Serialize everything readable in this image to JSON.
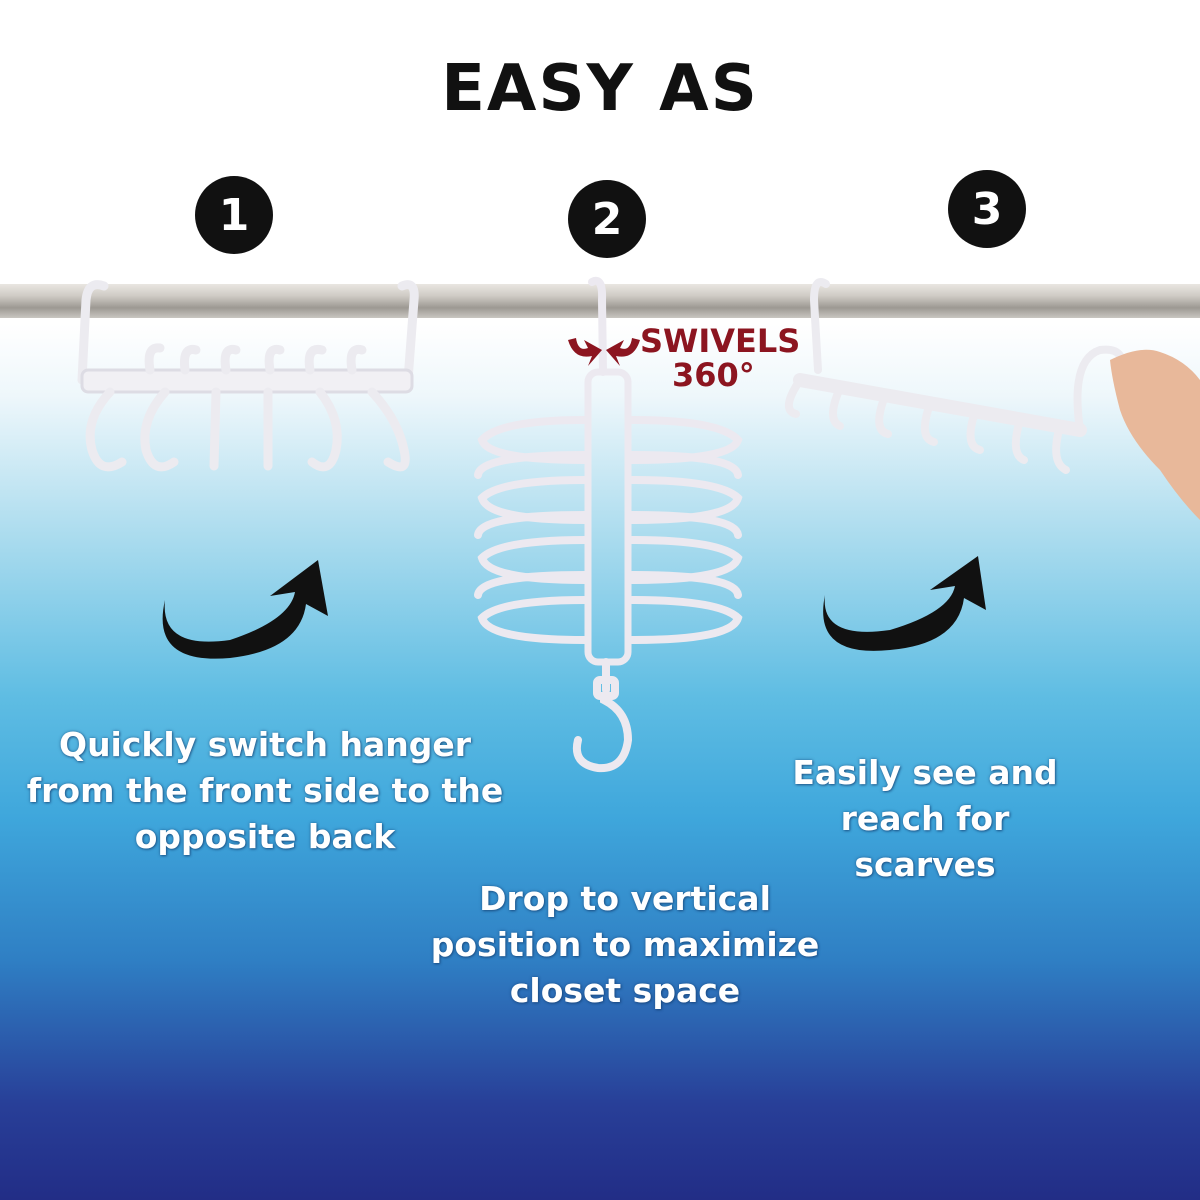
{
  "headline": "EASY AS",
  "steps": [
    {
      "number": "1",
      "caption_lines": [
        "Quickly switch hanger",
        "from the front side to the",
        "opposite back"
      ]
    },
    {
      "number": "2",
      "caption_lines": [
        "Drop to vertical",
        "position to maximize",
        "closet space"
      ]
    },
    {
      "number": "3",
      "caption_lines": [
        "Easily see and",
        "reach for",
        "scarves"
      ]
    }
  ],
  "callout": {
    "line1": "SWIVELS",
    "line2": "360°"
  },
  "colors": {
    "headline": "#111111",
    "badge": "#111111",
    "callout": "#8c1520",
    "caption": "#ffffff",
    "gradient_top": "#ffffff",
    "gradient_bottom": "#222d86"
  },
  "icons": [
    "curved-arrow-icon",
    "rotate-arrows-icon",
    "scarf-hanger-icon",
    "closet-rod-icon",
    "hand-icon"
  ]
}
